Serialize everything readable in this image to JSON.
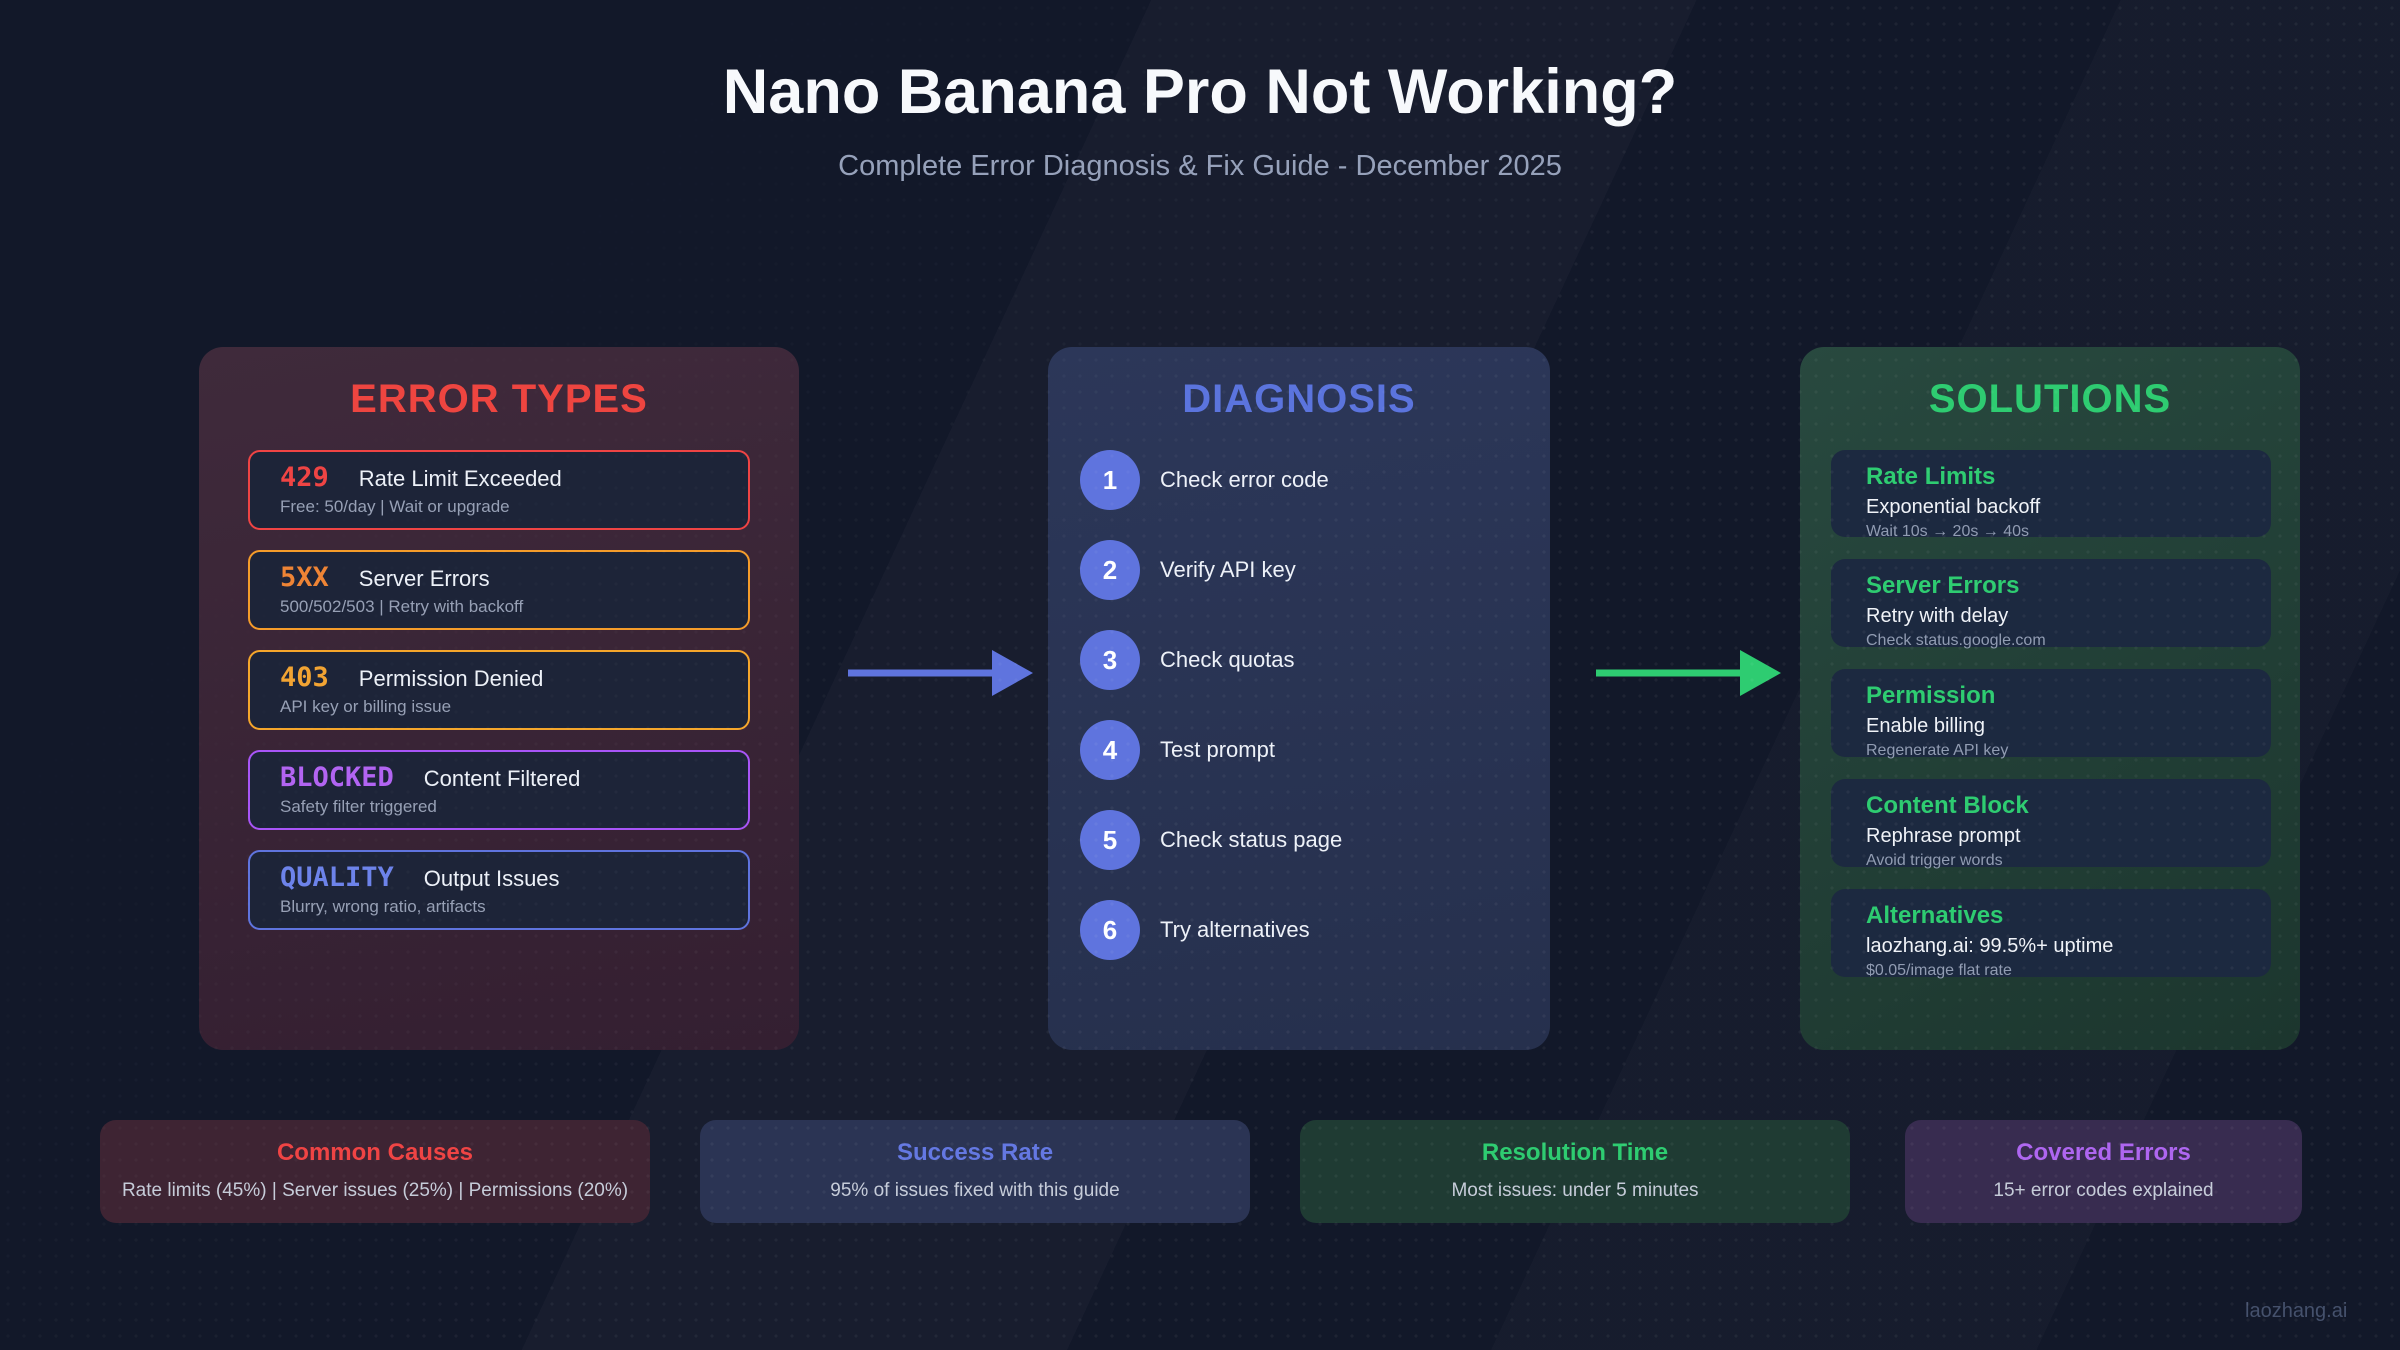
{
  "page": {
    "background": "#121829",
    "watermark": "laozhang.ai"
  },
  "header": {
    "title": "Nano Banana Pro Not Working?",
    "subtitle": "Complete Error Diagnosis & Fix Guide - December 2025"
  },
  "connectors": [
    {
      "name": "errors-to-diagnosis",
      "color": "#5f74de"
    },
    {
      "name": "diagnosis-to-solutions",
      "color": "#2ecc71"
    }
  ],
  "panels": {
    "error_types": {
      "title": "ERROR TYPES",
      "accent": "#ee4540",
      "cards": [
        {
          "code": "429",
          "label": "Rate Limit Exceeded",
          "desc": "Free: 50/day | Wait or upgrade",
          "color": "#ef4444",
          "border": "#ef4444"
        },
        {
          "code": "5XX",
          "label": "Server Errors",
          "desc": "500/502/503 | Retry with backoff",
          "color": "#ee8435",
          "border": "#f59c2a"
        },
        {
          "code": "403",
          "label": "Permission Denied",
          "desc": "API key or billing issue",
          "color": "#f2a433",
          "border": "#f5a62b"
        },
        {
          "code": "BLOCKED",
          "label": "Content Filtered",
          "desc": "Safety filter triggered",
          "color": "#b264f2",
          "border": "#a855f7"
        },
        {
          "code": "QUALITY",
          "label": "Output Issues",
          "desc": "Blurry, wrong ratio, artifacts",
          "color": "#6d83ea",
          "border": "#5f74de"
        }
      ]
    },
    "diagnosis": {
      "title": "DIAGNOSIS",
      "accent": "#5b74dd",
      "bubble_color": "#5f74de",
      "steps": [
        {
          "num": "1",
          "label": "Check error code"
        },
        {
          "num": "2",
          "label": "Verify API key"
        },
        {
          "num": "3",
          "label": "Check quotas"
        },
        {
          "num": "4",
          "label": "Test prompt"
        },
        {
          "num": "5",
          "label": "Check status page"
        },
        {
          "num": "6",
          "label": "Try alternatives"
        }
      ]
    },
    "solutions": {
      "title": "SOLUTIONS",
      "accent": "#2ecc71",
      "cards": [
        {
          "title": "Rate Limits",
          "line1": "Exponential backoff",
          "line2": "Wait 10s → 20s → 40s"
        },
        {
          "title": "Server Errors",
          "line1": "Retry with delay",
          "line2": "Check status.google.com"
        },
        {
          "title": "Permission",
          "line1": "Enable billing",
          "line2": "Regenerate API key"
        },
        {
          "title": "Content Block",
          "line1": "Rephrase prompt",
          "line2": "Avoid trigger words"
        },
        {
          "title": "Alternatives",
          "line1": "laozhang.ai: 99.5%+ uptime",
          "line2": "$0.05/image flat rate"
        }
      ]
    }
  },
  "stats": [
    {
      "title": "Common Causes",
      "text": "Rate limits (45%) | Server issues (25%) | Permissions (20%)",
      "title_color": "#ef4444",
      "bg": "#3e2433"
    },
    {
      "title": "Success Rate",
      "text": "95% of issues fixed with this guide",
      "title_color": "#6478e2",
      "bg": "#2b3454"
    },
    {
      "title": "Resolution Time",
      "text": "Most issues: under 5 minutes",
      "title_color": "#2ecc71",
      "bg": "#1f3b33"
    },
    {
      "title": "Covered Errors",
      "text": "15+ error codes explained",
      "title_color": "#ae66f0",
      "bg": "#382c50"
    }
  ]
}
